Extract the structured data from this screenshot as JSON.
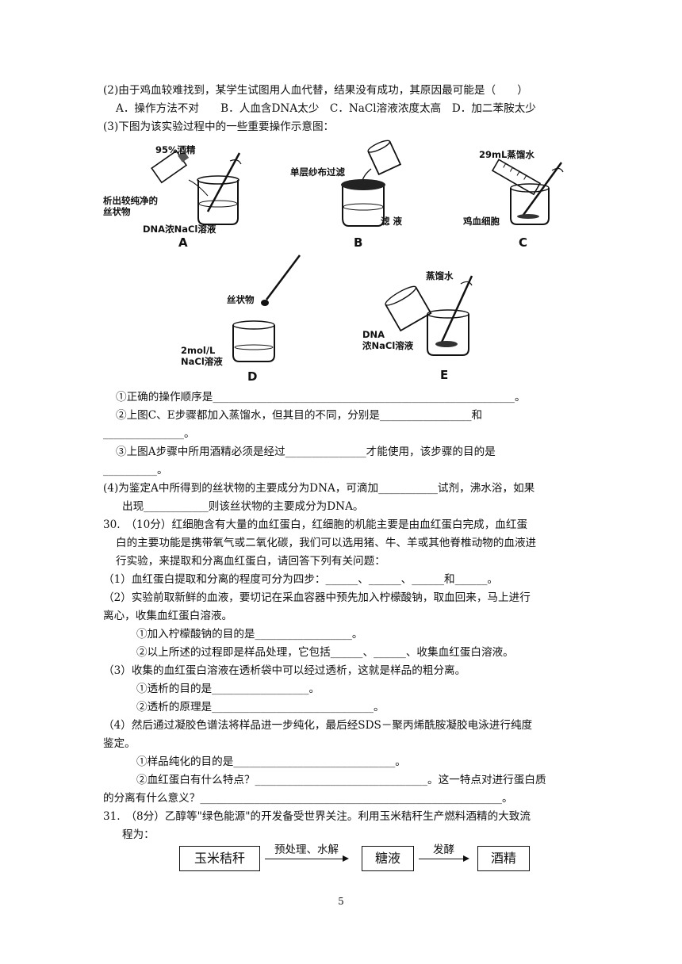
{
  "q29": {
    "p2": "(2)由于鸡血较难找到，某学生试图用人血代替，结果没有成功，其原因最可能是（　　）",
    "p2_options": "A．操作方法不对　　B．人血含DNA太少　C．NaCl溶液浓度太高　D．加二苯胺太少",
    "p3": "(3)下图为该实验过程中的一些重要操作示意图：",
    "figures": {
      "A": {
        "letter": "A",
        "label_top": "95%酒精",
        "label_left1": "析出较纯净的",
        "label_left2": "丝状物",
        "label_bottom": "DNA浓NaCl溶液"
      },
      "B": {
        "letter": "B",
        "label_top": "单层纱布过滤",
        "label_right": "滤 液"
      },
      "C": {
        "letter": "C",
        "label_top": "29mL蒸馏水",
        "label_left": "鸡血细胞"
      },
      "D": {
        "letter": "D",
        "label_top": "丝状物",
        "label_left1": "2mol/L",
        "label_left2": "NaCl溶液"
      },
      "E": {
        "letter": "E",
        "label_top": "蒸馏水",
        "label_left1": "DNA",
        "label_left2": "浓NaCl溶液"
      }
    },
    "s1": "①正确的操作顺序是________________________________________________________。",
    "s2a": "②上图C、E步骤都加入蒸馏水，但其目的不同，分别是_________________和",
    "s2b": "_______________。",
    "s3a": "③上图A步骤中所用酒精必须是经过_______________才能使用，该步骤的目的是",
    "s3b": "__________。",
    "p4a": "(4)为鉴定A中所得到的丝状物的主要成分为DNA，可滴加___________试剂，沸水浴，如果",
    "p4b": "出现____________则该丝状物的主要成分为DNA。"
  },
  "q30": {
    "l1": "30.　（10分）红细胞含有大量的血红蛋白，红细胞的机能主要是由血红蛋白完成，血红蛋",
    "l2": "白的主要功能是携带氧气或二氧化碳，我们可以选用猪、牛、羊或其他脊椎动物的血液进",
    "l3": "行实验，来提取和分离血红蛋白，请回答下列有关问题：",
    "l4": "（1）血红蛋白提取和分离的程度可分为四步：______、______、______和______。",
    "l5": "（2）实验前取新鲜的血液，要切记在采血容器中预先加入柠檬酸钠，取血回来，马上进行",
    "l6": "离心，收集血红蛋白溶液。",
    "l7": "①加入柠檬酸钠的目的是__________________。",
    "l8": "②以上所述的过程即是样品处理，它包括______、______、收集血红蛋白溶液。",
    "l9": "（3）收集的血红蛋白溶液在透析袋中可以经过透析，这就是样品的粗分离。",
    "l10": "①透析的目的是__________________。",
    "l11": "②透析的原理是______________________________。",
    "l12": "（4）然后通过凝胶色谱法将样品进一步纯化，最后经SDS－聚丙烯酰胺凝胶电泳进行纯度",
    "l13": "鉴定。",
    "l14": "①样品纯化的目的是______________________________。",
    "l15": "②血红蛋白有什么特点？________________________________。这一特点对进行蛋白质",
    "l16": "的分离有什么意义？________________________________________________________。"
  },
  "q31": {
    "l1": "31.　（8分）乙醇等\"绿色能源\"的开发备受世界关注。利用玉米秸秆生产燃料酒精的大致流",
    "l2": "程为：",
    "flow": {
      "box1": "玉米秸秆",
      "arrow1": "预处理、水解",
      "box2": "糖液",
      "arrow2": "发酵",
      "box3": "酒精"
    }
  },
  "page_number": "5"
}
